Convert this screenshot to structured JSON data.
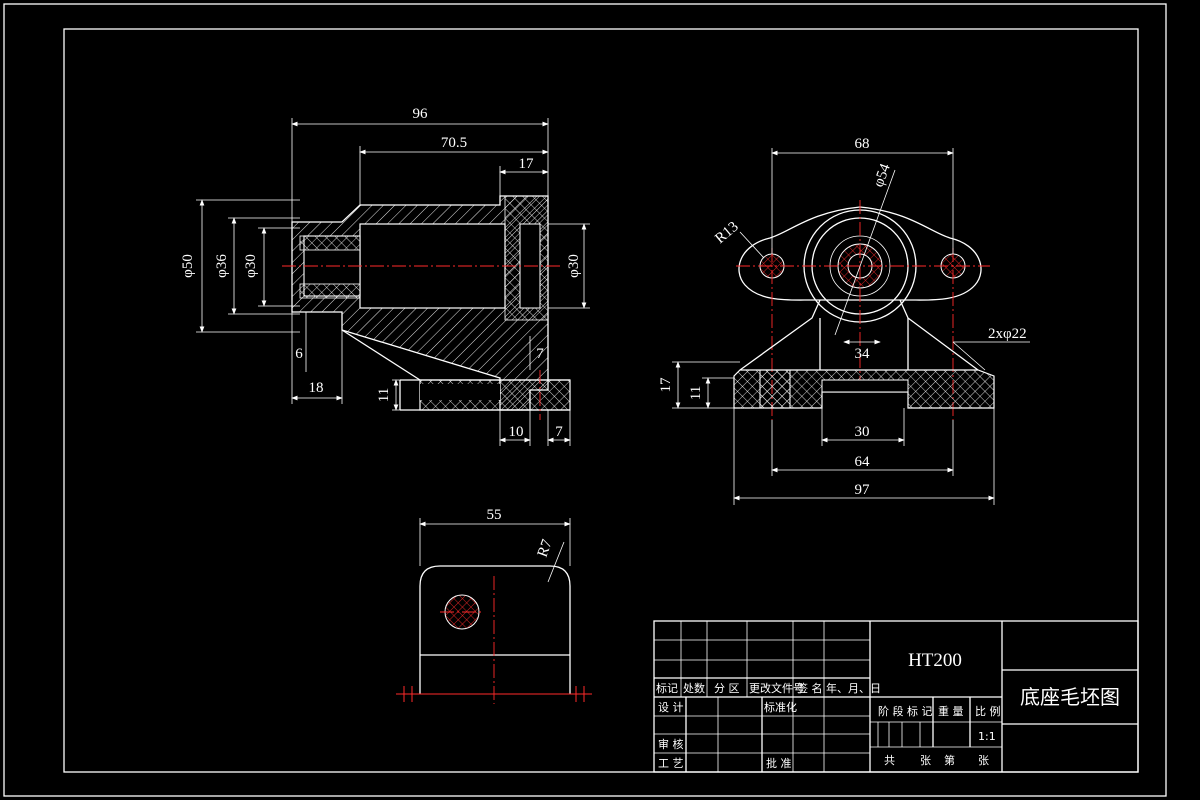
{
  "drawing": {
    "material": "HT200",
    "title": "底座毛坯图",
    "scale": "1:1"
  },
  "front_view": {
    "dims": {
      "len_total": "96",
      "len_bore": "70.5",
      "len_flange": "17",
      "dia_outer": "φ50",
      "dia_mid": "φ36",
      "dia_inner": "φ30",
      "dia_right": "φ30",
      "step_6": "6",
      "step_18": "18",
      "thk_7_top": "7",
      "thk_11": "11",
      "thk_10": "10",
      "thk_7_bottom": "7"
    }
  },
  "side_view": {
    "dims": {
      "width_68": "68",
      "dia_54": "φ54",
      "radius_13": "R13",
      "holes": "2xφ22",
      "w_34": "34",
      "h_17": "17",
      "h_11": "11",
      "w_30": "30",
      "w_64": "64",
      "w_97": "97"
    }
  },
  "top_view": {
    "dims": {
      "width_55": "55",
      "radius_7": "R7"
    }
  },
  "title_block": {
    "rev_row": [
      "标记",
      "处数",
      "分 区",
      "更改文件号",
      "签 名",
      "年、月、日"
    ],
    "design": "设 计",
    "standard": "标准化",
    "review": "审 核",
    "process": "工 艺",
    "approve": "批 准",
    "stage_mark": "阶 段 标 记",
    "weight": "重 量",
    "ratio": "比 例",
    "sheets_total": "共",
    "sheets_word": "张",
    "sheet_no": "第",
    "sheet_word2": "张"
  }
}
